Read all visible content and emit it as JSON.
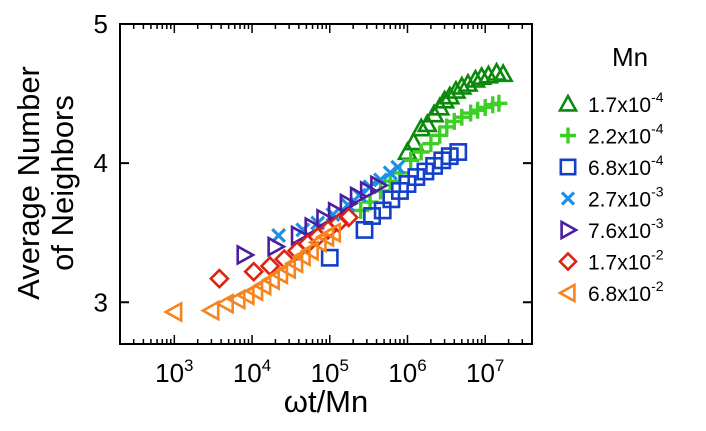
{
  "chart_data": {
    "type": "scatter",
    "title": "",
    "xlabel": "ωt/Mn",
    "ylabel_lines": [
      "Average Number",
      "of Neighbors"
    ],
    "x_scale": "log",
    "xlim": [
      200,
      40000000
    ],
    "ylim": [
      2.7,
      5.0
    ],
    "x_ticks": [
      {
        "value": 1000,
        "base": "10",
        "exp": "3"
      },
      {
        "value": 10000,
        "base": "10",
        "exp": "4"
      },
      {
        "value": 100000,
        "base": "10",
        "exp": "5"
      },
      {
        "value": 1000000,
        "base": "10",
        "exp": "6"
      },
      {
        "value": 10000000,
        "base": "10",
        "exp": "7"
      }
    ],
    "y_ticks": [
      {
        "value": 3,
        "label": "3"
      },
      {
        "value": 4,
        "label": "4"
      },
      {
        "value": 5,
        "label": "5"
      }
    ],
    "grid": false,
    "legend": {
      "title": "Mn",
      "position": "right"
    },
    "series": [
      {
        "name_base": "1.7x10",
        "name_exp": "-4",
        "marker": "triangle-up",
        "color": "#0a8a0a",
        "points": [
          [
            1000000,
            4.08
          ],
          [
            1200000,
            4.15
          ],
          [
            1500000,
            4.25
          ],
          [
            1800000,
            4.28
          ],
          [
            2200000,
            4.35
          ],
          [
            2600000,
            4.4
          ],
          [
            3000000,
            4.45
          ],
          [
            3500000,
            4.48
          ],
          [
            4200000,
            4.52
          ],
          [
            5000000,
            4.55
          ],
          [
            6000000,
            4.57
          ],
          [
            7500000,
            4.6
          ],
          [
            9000000,
            4.62
          ],
          [
            11000000,
            4.63
          ],
          [
            14000000,
            4.65
          ],
          [
            17000000,
            4.64
          ]
        ]
      },
      {
        "name_base": "2.2x10",
        "name_exp": "-4",
        "marker": "plus",
        "color": "#3ecf27",
        "points": [
          [
            250000,
            3.66
          ],
          [
            330000,
            3.72
          ],
          [
            450000,
            3.8
          ],
          [
            600000,
            3.87
          ],
          [
            800000,
            3.93
          ],
          [
            1100000,
            4.02
          ],
          [
            1500000,
            4.08
          ],
          [
            2000000,
            4.14
          ],
          [
            2600000,
            4.2
          ],
          [
            3200000,
            4.26
          ],
          [
            4000000,
            4.3
          ],
          [
            5000000,
            4.33
          ],
          [
            6500000,
            4.36
          ],
          [
            8000000,
            4.38
          ],
          [
            10000000,
            4.4
          ],
          [
            12500000,
            4.42
          ],
          [
            15000000,
            4.43
          ]
        ]
      },
      {
        "name_base": "6.8x10",
        "name_exp": "-4",
        "marker": "square",
        "color": "#1440c8",
        "points": [
          [
            100000,
            3.32
          ],
          [
            280000,
            3.52
          ],
          [
            350000,
            3.62
          ],
          [
            480000,
            3.66
          ],
          [
            620000,
            3.74
          ],
          [
            800000,
            3.8
          ],
          [
            1000000,
            3.85
          ],
          [
            1300000,
            3.9
          ],
          [
            1700000,
            3.94
          ],
          [
            2200000,
            3.98
          ],
          [
            2800000,
            4.02
          ],
          [
            3500000,
            4.05
          ],
          [
            4500000,
            4.08
          ]
        ]
      },
      {
        "name_base": "2.7x10",
        "name_exp": "-3",
        "marker": "x",
        "color": "#1c90e8",
        "points": [
          [
            22000,
            3.48
          ],
          [
            45000,
            3.52
          ],
          [
            70000,
            3.57
          ],
          [
            110000,
            3.63
          ],
          [
            170000,
            3.7
          ],
          [
            240000,
            3.77
          ],
          [
            330000,
            3.83
          ],
          [
            450000,
            3.88
          ],
          [
            600000,
            3.93
          ],
          [
            750000,
            3.97
          ]
        ]
      },
      {
        "name_base": "7.6x10",
        "name_exp": "-3",
        "marker": "triangle-right",
        "color": "#4a1ea0",
        "points": [
          [
            8000,
            3.34
          ],
          [
            20000,
            3.4
          ],
          [
            40000,
            3.48
          ],
          [
            60000,
            3.54
          ],
          [
            85000,
            3.6
          ],
          [
            120000,
            3.65
          ],
          [
            170000,
            3.71
          ],
          [
            230000,
            3.76
          ],
          [
            310000,
            3.8
          ],
          [
            420000,
            3.84
          ]
        ]
      },
      {
        "name_base": "1.7x10",
        "name_exp": "-2",
        "marker": "diamond",
        "color": "#e02010",
        "points": [
          [
            3800,
            3.17
          ],
          [
            10500,
            3.22
          ],
          [
            17000,
            3.26
          ],
          [
            26000,
            3.31
          ],
          [
            38000,
            3.37
          ],
          [
            52000,
            3.42
          ],
          [
            70000,
            3.47
          ],
          [
            95000,
            3.52
          ],
          [
            130000,
            3.57
          ],
          [
            175000,
            3.61
          ]
        ]
      },
      {
        "name_base": "6.8x10",
        "name_exp": "-2",
        "marker": "triangle-left",
        "color": "#f7841c",
        "points": [
          [
            1000,
            2.93
          ],
          [
            3000,
            2.94
          ],
          [
            4600,
            2.99
          ],
          [
            6500,
            3.02
          ],
          [
            8500,
            3.05
          ],
          [
            11000,
            3.08
          ],
          [
            14000,
            3.12
          ],
          [
            18000,
            3.16
          ],
          [
            23000,
            3.2
          ],
          [
            29000,
            3.24
          ],
          [
            36000,
            3.28
          ],
          [
            45000,
            3.33
          ],
          [
            57000,
            3.37
          ],
          [
            72000,
            3.43
          ],
          [
            90000,
            3.47
          ],
          [
            110000,
            3.5
          ]
        ]
      }
    ]
  }
}
